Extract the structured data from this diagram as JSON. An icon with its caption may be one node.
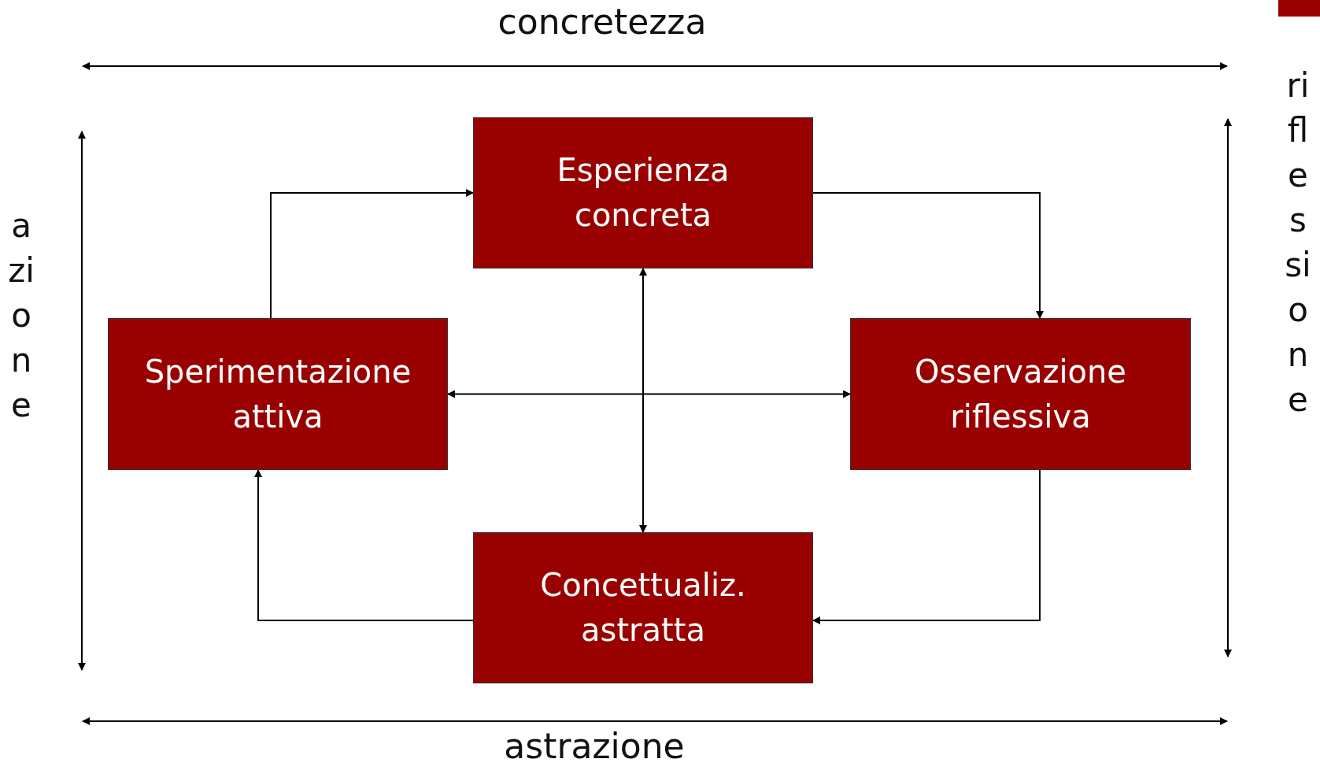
{
  "diagram": {
    "nodes": [
      {
        "text": [
          "Esperienza concreta"
        ]
      },
      {
        "text": [
          "Sperimentazione attiva"
        ]
      },
      {
        "text": [
          "Osservazione riflessiva"
        ]
      },
      {
        "text": [
          "Concettualiz. astratta"
        ]
      }
    ],
    "edges": [
      {
        "from": 0,
        "to": 2,
        "arrow": "to"
      },
      {
        "from": 2,
        "to": 3,
        "arrow": "to"
      },
      {
        "from": 3,
        "to": 1,
        "arrow": "to"
      },
      {
        "from": 1,
        "to": 0,
        "arrow": "to"
      },
      {
        "from": 1,
        "to": 2,
        "arrow": "both"
      },
      {
        "from": 0,
        "to": 3,
        "arrow": "both"
      }
    ],
    "labels": [
      "concretezza",
      "azione",
      "riflessione",
      "astrazione"
    ]
  }
}
